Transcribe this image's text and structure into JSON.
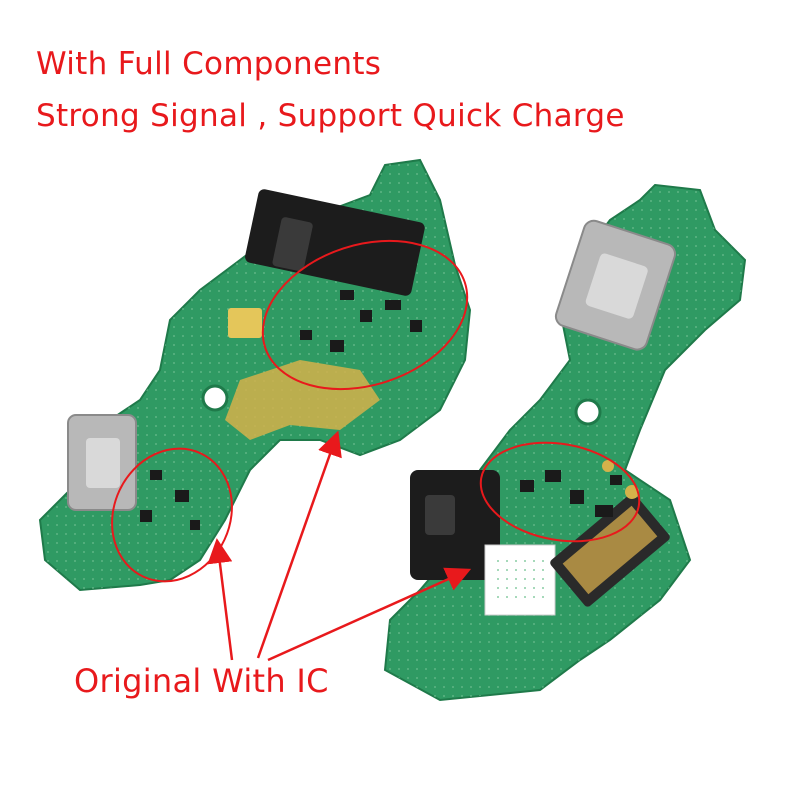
{
  "captions": {
    "line1": "With Full Components",
    "line2": "Strong Signal ,  Support Quick Charge",
    "callout": "Original With IC"
  },
  "colors": {
    "text": "#e8191c",
    "pcb": "#2f9a63",
    "pcb_dark": "#1f7a4a",
    "gold": "#d4b24a",
    "jack": "#1c1c1c",
    "connector": "#b8b8b8"
  },
  "icons": [
    "audio-jack",
    "usb-c-port",
    "ic-chip",
    "flex-connector"
  ]
}
